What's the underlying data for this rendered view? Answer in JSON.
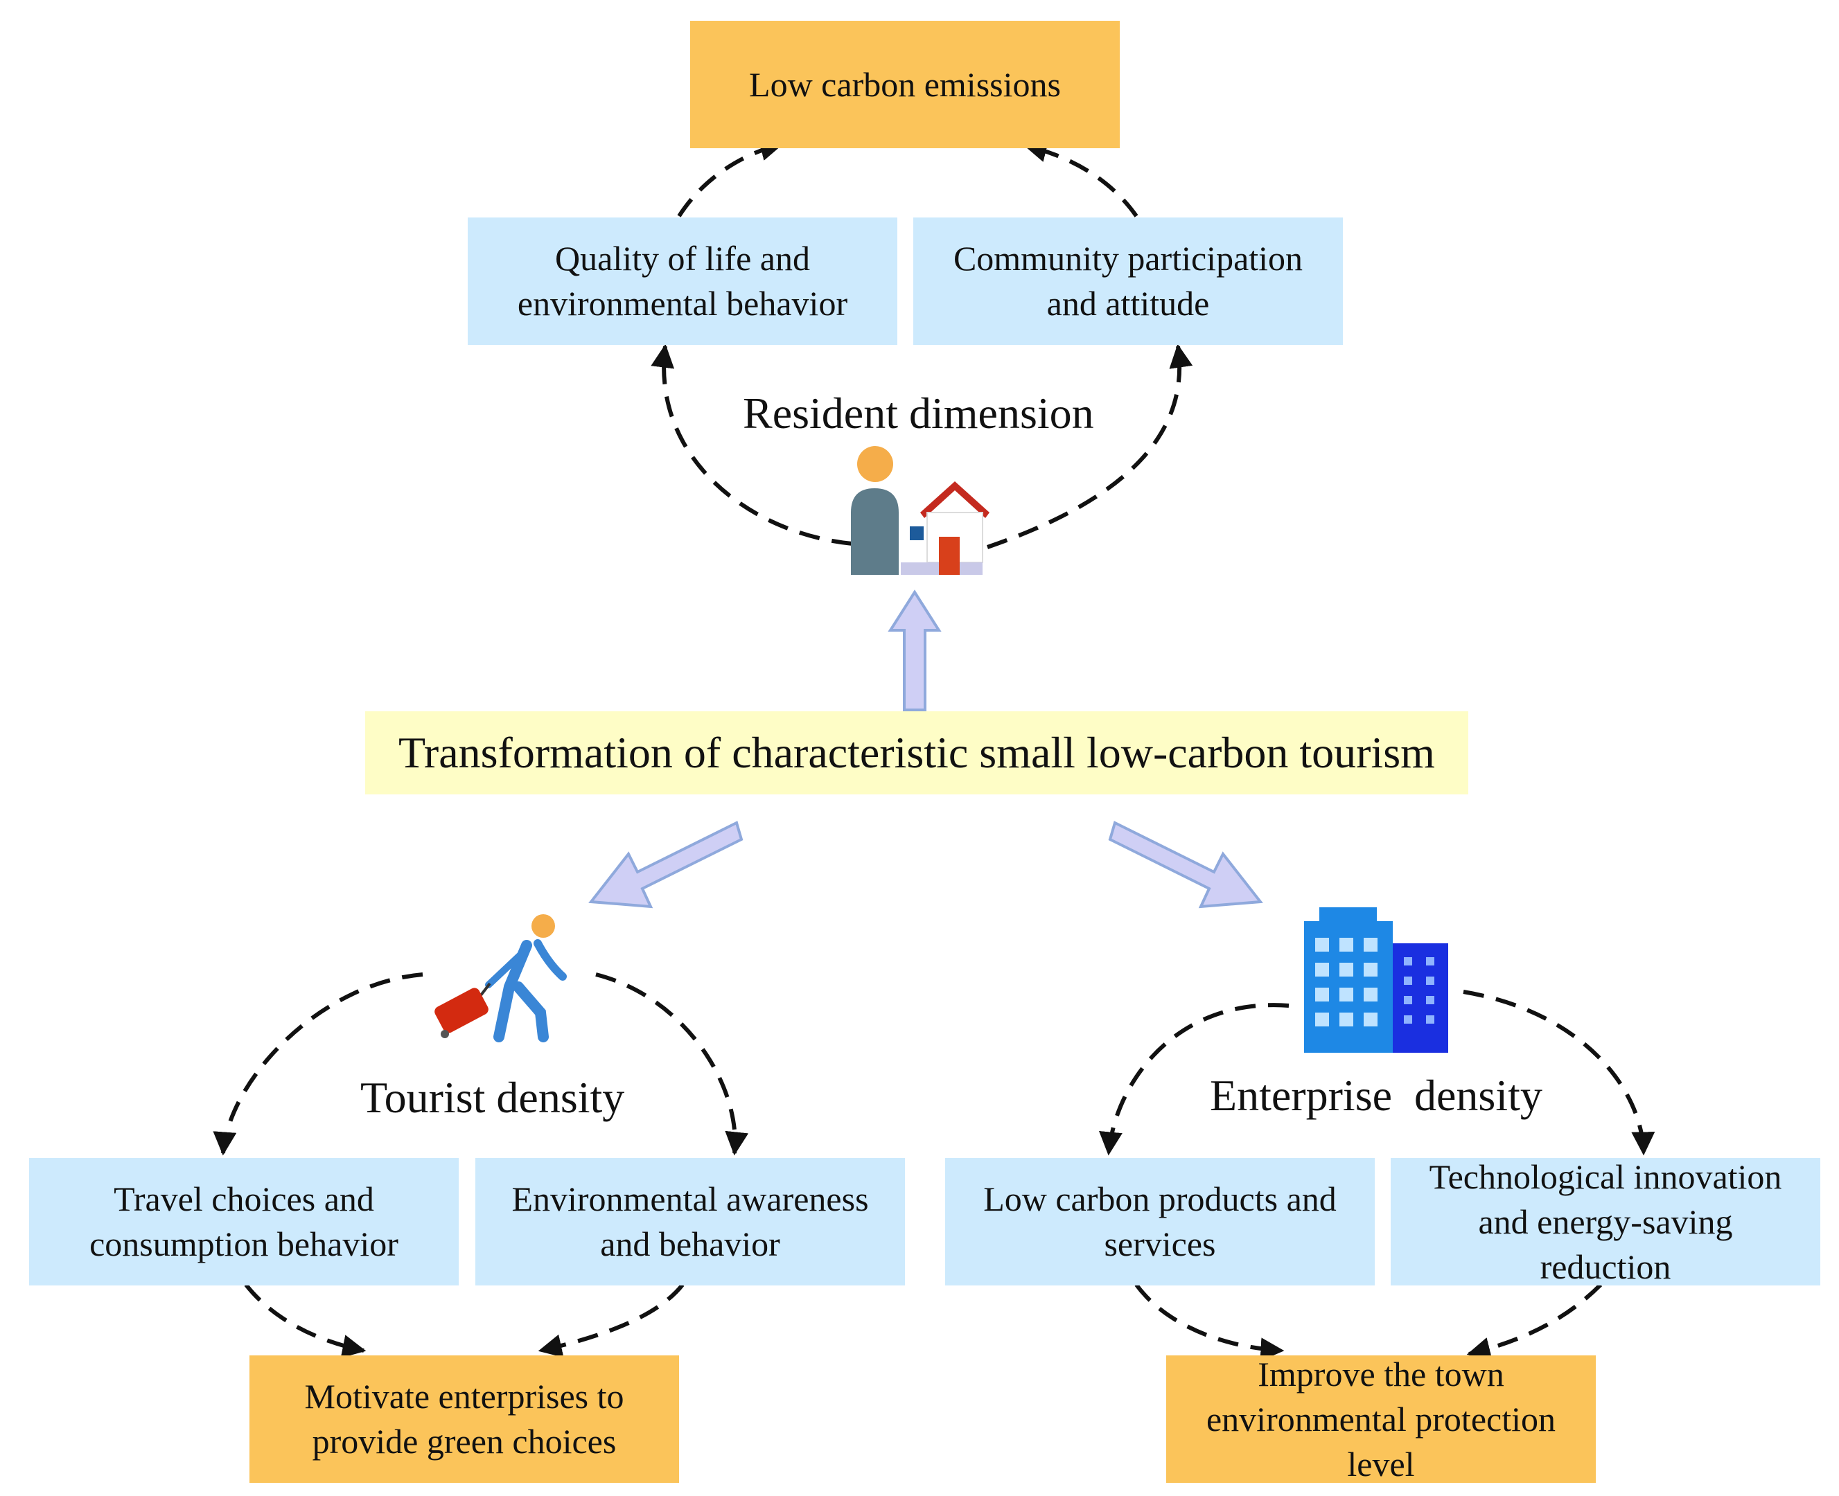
{
  "center": "Transformation of characteristic small low-carbon tourism",
  "resident": {
    "title": "Resident dimension",
    "icon": "resident-house-icon",
    "outcome": "Low carbon emissions",
    "left_box": [
      "Quality of life and",
      "environmental behavior"
    ],
    "right_box": [
      "Community participation",
      "and attitude"
    ]
  },
  "tourist": {
    "title": "Tourist density",
    "icon": "tourist-suitcase-icon",
    "left_box": [
      "Travel choices and",
      "consumption behavior"
    ],
    "right_box": [
      "Environmental awareness",
      "and behavior"
    ],
    "outcome": [
      "Motivate enterprises to",
      "provide green choices"
    ]
  },
  "enterprise": {
    "title": "Enterprise  density",
    "icon": "office-building-icon",
    "left_box": [
      "Low carbon products and",
      "services"
    ],
    "right_box": [
      "Technological innovation",
      "and energy-saving",
      "reduction"
    ],
    "outcome": [
      "Improve the town",
      "environmental protection",
      "level"
    ]
  },
  "colors": {
    "blue_box": "#cdeafd",
    "orange_box": "#fbc45a",
    "yellow_box": "#fefdc6",
    "hollow_arrow_fill": "#cfcff5",
    "hollow_arrow_stroke": "#8fa9dc"
  }
}
